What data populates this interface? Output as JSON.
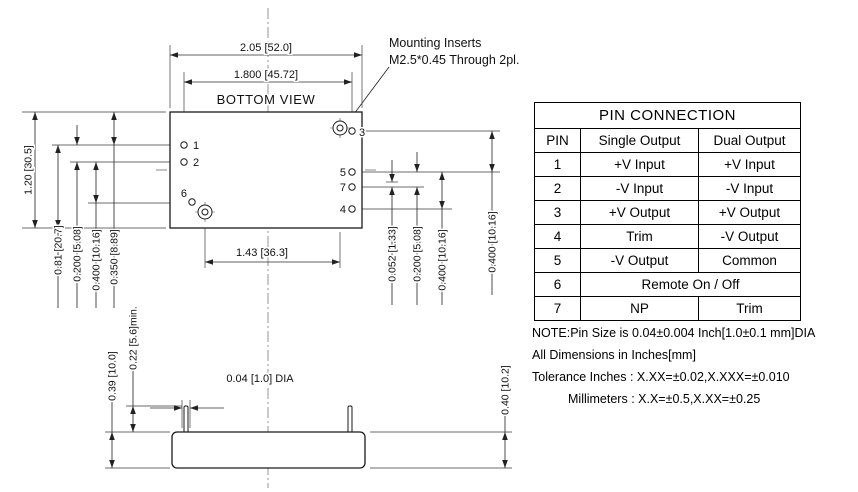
{
  "drawing": {
    "view_label": "BOTTOM VIEW",
    "mounting_note": {
      "line1": "Mounting Inserts",
      "line2": "M2.5*0.45 Through 2pl."
    },
    "pin_labels": {
      "p1": "1",
      "p2": "2",
      "p3": "3",
      "p4": "4",
      "p5": "5",
      "p6": "6",
      "p7": "7"
    },
    "dimensions": {
      "overall_width": "2.05 [52.0]",
      "pin_span_width": "1.800 [45.72]",
      "overall_height": "1.20 [30.5]",
      "left_a": "0.81 [20.7]",
      "left_b": "0.200 [5.08]",
      "left_c": "0.400 [10.16]",
      "left_d": "0.350 [8.89]",
      "insert_span": "1.43 [36.3]",
      "right_a": "0.052 [1.33]",
      "right_b": "0.200 [5.08]",
      "right_c": "0.400 [10.16]",
      "right_d": "0.400 [10.16]",
      "pin_length_min": "0.22 [5.6]min.",
      "side_height": "0.39 [10.0]",
      "pin_diameter": "0.04 [1.0] DIA",
      "side_height_total": "0.40 [10.2]"
    }
  },
  "table": {
    "title": "PIN CONNECTION",
    "headers": [
      "PIN",
      "Single Output",
      "Dual Output"
    ],
    "rows": [
      {
        "pin": "1",
        "single": "+V Input",
        "dual": "+V Input"
      },
      {
        "pin": "2",
        "single": "-V Input",
        "dual": "-V Input"
      },
      {
        "pin": "3",
        "single": "+V Output",
        "dual": "+V Output"
      },
      {
        "pin": "4",
        "single": "Trim",
        "dual": "-V Output"
      },
      {
        "pin": "5",
        "single": "-V Output",
        "dual": "Common"
      },
      {
        "pin": "6",
        "span": "Remote On / Off"
      },
      {
        "pin": "7",
        "single": "NP",
        "dual": "Trim"
      }
    ]
  },
  "notes": {
    "line1": "NOTE:Pin Size is 0.04±0.004 Inch[1.0±0.1 mm]DIA",
    "line2": "All Dimensions in Inches[mm]",
    "line3": "Tolerance Inches : X.XX=±0.02,X.XXX=±0.010",
    "line4": "Millimeters : X.X=±0.5,X.XX=±0.25"
  }
}
